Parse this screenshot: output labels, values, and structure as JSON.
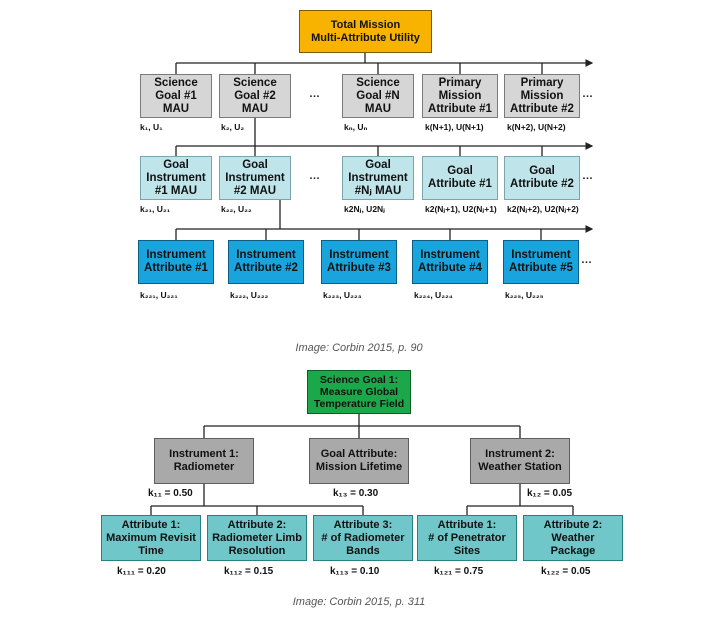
{
  "diagram1": {
    "root": "Total Mission\nMulti-Attribute Utility",
    "level1": [
      {
        "text": "Science\nGoal #1\nMAU",
        "weight": "k₁, U₁"
      },
      {
        "text": "Science\nGoal #2\nMAU",
        "weight": "k₂, U₂"
      },
      {
        "text": "Science\nGoal #N\nMAU",
        "weight": "kₙ, Uₙ"
      },
      {
        "text": "Primary\nMission\nAttribute #1",
        "weight": "k(N+1), U(N+1)"
      },
      {
        "text": "Primary\nMission\nAttribute #2",
        "weight": "k(N+2), U(N+2)"
      }
    ],
    "level2": [
      {
        "text": "Goal\nInstrument\n#1 MAU",
        "weight": "k₂₁, U₂₁"
      },
      {
        "text": "Goal\nInstrument\n#2 MAU",
        "weight": "k₂₂, U₂₂"
      },
      {
        "text": "Goal\nInstrument\n#Nⱼ MAU",
        "weight": "k2Nⱼ, U2Nⱼ"
      },
      {
        "text": "Goal\nAttribute #1",
        "weight": "k2(Nⱼ+1), U2(Nⱼ+1)"
      },
      {
        "text": "Goal\nAttribute #2",
        "weight": "k2(Nⱼ+2), U2(Nⱼ+2)"
      }
    ],
    "level3": [
      {
        "text": "Instrument\nAttribute #1",
        "weight": "k₂₂₁, U₂₂₁"
      },
      {
        "text": "Instrument\nAttribute #2",
        "weight": "k₂₂₂, U₂₂₂"
      },
      {
        "text": "Instrument\nAttribute #3",
        "weight": "k₂₂₃, U₂₂₃"
      },
      {
        "text": "Instrument\nAttribute #4",
        "weight": "k₂₂₄, U₂₂₄"
      },
      {
        "text": "Instrument\nAttribute #5",
        "weight": "k₂₂₅, U₂₂₅"
      }
    ],
    "ellipsis": "…",
    "caption": "Image: Corbin 2015, p. 90"
  },
  "diagram2": {
    "root": "Science Goal 1:\nMeasure Global\nTemperature Field",
    "level1": [
      {
        "text": "Instrument 1:\nRadiometer",
        "weight": "k₁₁ = 0.50"
      },
      {
        "text": "Goal Attribute:\nMission Lifetime",
        "weight": "k₁₃ = 0.30"
      },
      {
        "text": "Instrument 2:\nWeather Station",
        "weight": "k₁₂ = 0.05"
      }
    ],
    "level2": [
      {
        "text": "Attribute 1:\nMaximum Revisit\nTime",
        "weight": "k₁₁₁ = 0.20"
      },
      {
        "text": "Attribute 2:\nRadiometer Limb\nResolution",
        "weight": "k₁₁₂ = 0.15"
      },
      {
        "text": "Attribute 3:\n# of Radiometer\nBands",
        "weight": "k₁₁₃ = 0.10"
      },
      {
        "text": "Attribute 1:\n# of Penetrator\nSites",
        "weight": "k₁₂₁ = 0.75"
      },
      {
        "text": "Attribute 2:\nWeather\nPackage",
        "weight": "k₁₂₂ = 0.05"
      }
    ],
    "caption": "Image: Corbin 2015, p. 311"
  }
}
